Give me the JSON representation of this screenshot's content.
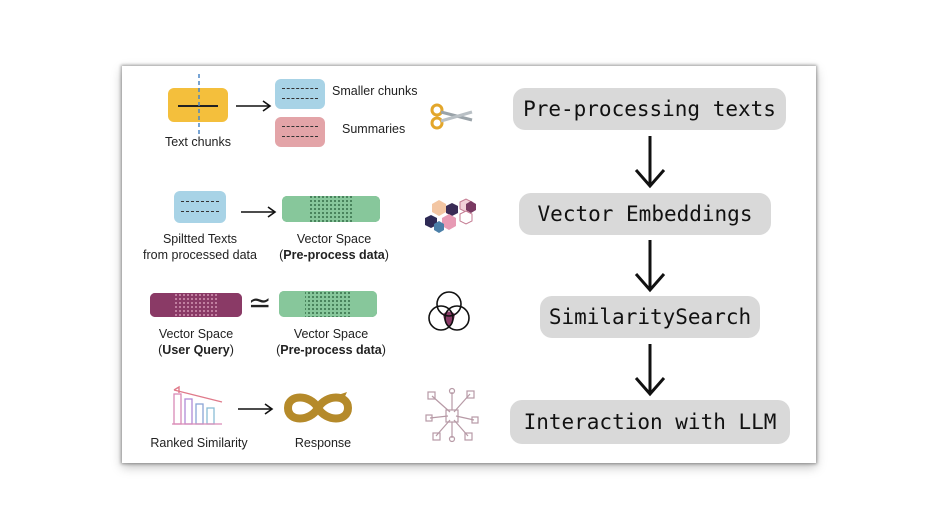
{
  "left": {
    "row1": {
      "text_chunks": "Text chunks",
      "smaller_chunks": "Smaller chunks",
      "summaries": "Summaries",
      "icon": "scissors-icon"
    },
    "row2": {
      "splitted_line1": "Spiltted Texts",
      "splitted_line2": "from processed data",
      "vector_space": "Vector Space",
      "pre_process_data": "Pre-process data",
      "icon": "hexagons-icon"
    },
    "row3": {
      "vector_space_user": "Vector Space",
      "user_query": "User Query",
      "approx_symbol": "≃",
      "vector_space_pre": "Vector Space",
      "pre_process_data": "Pre-process data",
      "icon": "venn-diagram-icon"
    },
    "row4": {
      "ranked_similarity": "Ranked Similarity",
      "response": "Response",
      "icon": "network-icon"
    }
  },
  "pipeline": {
    "steps": [
      "Pre-processing texts",
      "Vector Embeddings",
      "SimilaritySearch",
      "Interaction with LLM"
    ]
  },
  "colors": {
    "yellow": "#f4bf3c",
    "blue": "#a8d3e6",
    "pink": "#e3a4a8",
    "green": "#87c79b",
    "purple": "#8a3a66",
    "pill": "#d9d9d9",
    "gold": "#b58a2a"
  }
}
